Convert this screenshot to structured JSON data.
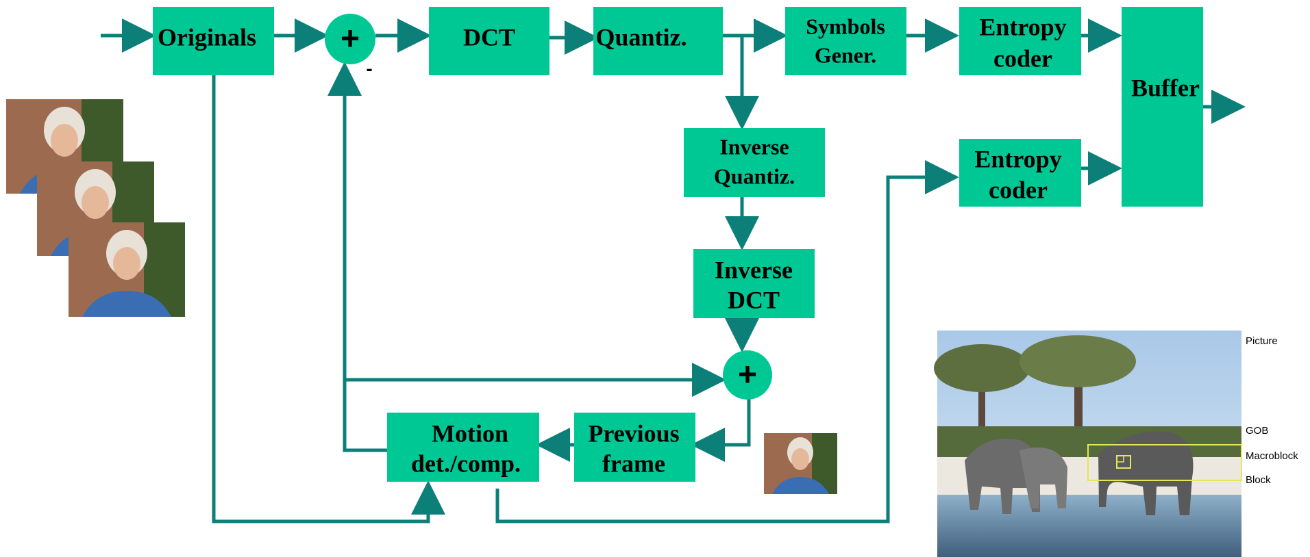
{
  "colors": {
    "block_fill": "#00c895",
    "arrow": "#0b7f78",
    "text": "#000000"
  },
  "blocks": {
    "originals": "Originals",
    "dct": "DCT",
    "quantiz": "Quantiz.",
    "symbols_gener_line1": "Symbols",
    "symbols_gener_line2": "Gener.",
    "entropy_coder_top_line1": "Entropy",
    "entropy_coder_top_line2": "coder",
    "buffer": "Buffer",
    "inverse_quantiz_line1": "Inverse",
    "inverse_quantiz_line2": "Quantiz.",
    "inverse_dct_line1": "Inverse",
    "inverse_dct_line2": "DCT",
    "entropy_coder_bottom_line1": "Entropy",
    "entropy_coder_bottom_line2": "coder",
    "motion_line1": "Motion",
    "motion_line2": "det./comp.",
    "previous_frame_line1": "Previous",
    "previous_frame_line2": "frame"
  },
  "adders": {
    "top_symbol": "+",
    "top_minus": "-",
    "bottom_symbol": "+"
  },
  "figure_labels": {
    "picture": "Picture",
    "gob": "GOB",
    "macroblock": "Macroblock",
    "block": "Block"
  },
  "images": {
    "original_frames": "portrait-photo-icon",
    "previous_frame_thumbnail": "portrait-photo-icon",
    "elephant_picture": "elephant-photo-icon"
  }
}
